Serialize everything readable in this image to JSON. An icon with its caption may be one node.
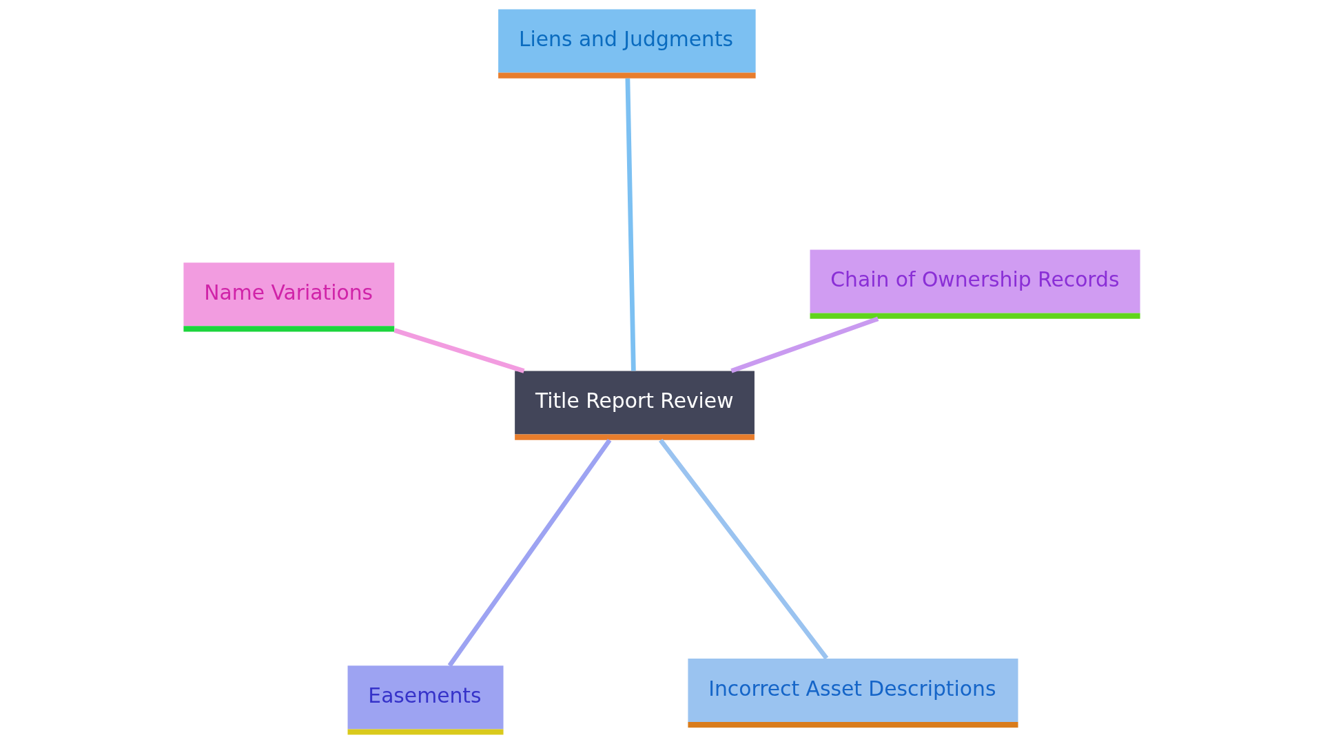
{
  "diagram": {
    "nodes": [
      {
        "text": [
          "Easements"
        ]
      },
      {
        "text": [
          "Incorrect Asset Descriptions"
        ]
      },
      {
        "text": [
          "Title Report Review"
        ]
      },
      {
        "text": [
          "Liens and Judgments"
        ]
      },
      {
        "text": [
          "Chain of Ownership Records"
        ]
      },
      {
        "text": [
          "Name Variations"
        ]
      }
    ],
    "edges": [
      {
        "from": 2,
        "to": 0,
        "arrow": "none",
        "color": "#9da3f2"
      },
      {
        "from": 2,
        "to": 1,
        "arrow": "none",
        "color": "#9ac3f0"
      },
      {
        "from": 2,
        "to": 3,
        "arrow": "none",
        "color": "#7cc0f2"
      },
      {
        "from": 2,
        "to": 4,
        "arrow": "none",
        "color": "#c99af0"
      },
      {
        "from": 2,
        "to": 5,
        "arrow": "none",
        "color": "#f29ce0"
      }
    ]
  }
}
